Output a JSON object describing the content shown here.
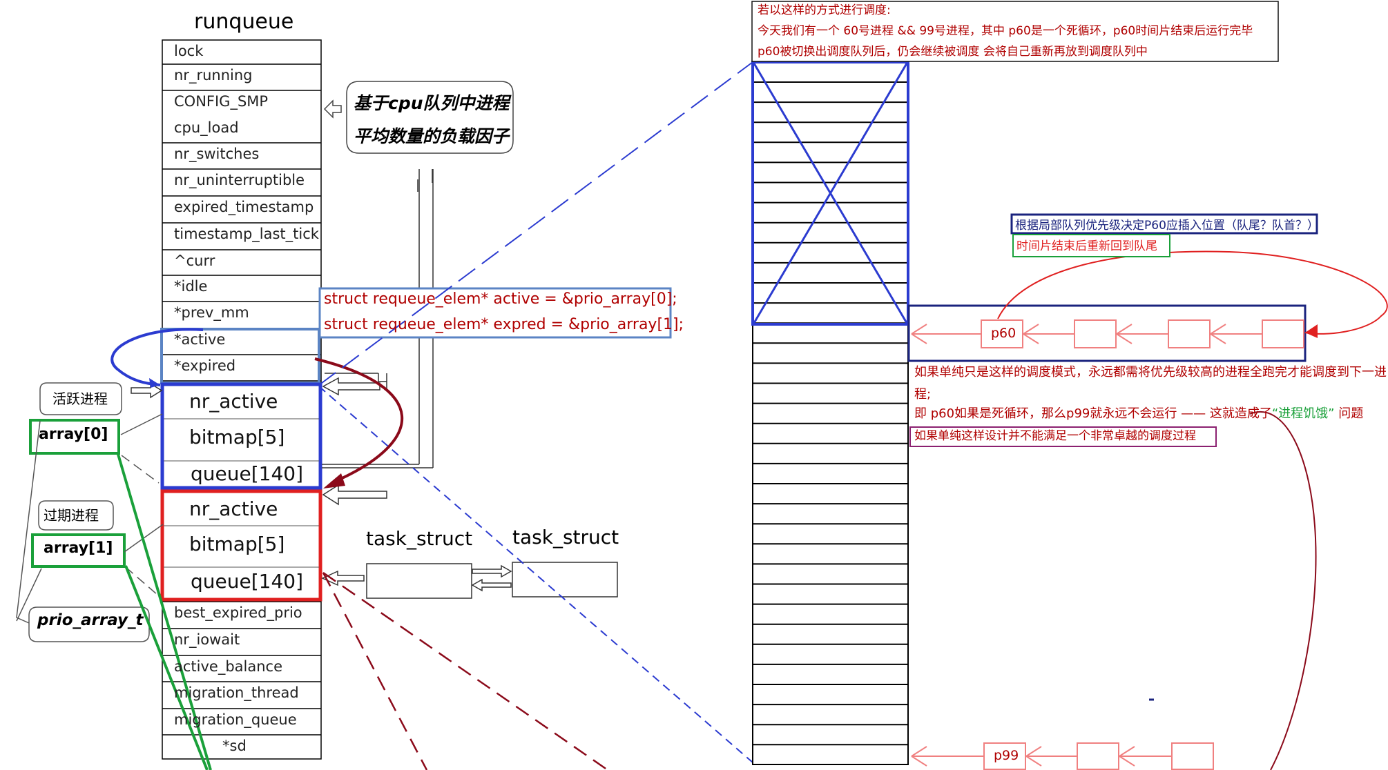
{
  "runqueue": {
    "title": "runqueue",
    "fields_top": [
      "lock",
      "nr_running",
      "CONFIG_SMP",
      "cpu_load",
      "nr_switches",
      "nr_uninterruptible",
      "expired_timestamp",
      "timestamp_last_tick",
      "^curr",
      "*idle",
      "*prev_mm",
      "*active",
      "*expired"
    ],
    "fields_bottom": [
      "best_expired_prio",
      "nr_iowait",
      "active_balance",
      "migration_thread",
      "migration_queue",
      "*sd"
    ]
  },
  "active_array": [
    "nr_active",
    "bitmap[5]",
    "queue[140]"
  ],
  "expired_array": [
    "nr_active",
    "bitmap[5]",
    "queue[140]"
  ],
  "callouts": {
    "load_factor": [
      "基于cpu队列中进程",
      "平均数量的负载因子"
    ],
    "active_process": "活跃进程",
    "expired_process": "过期进程",
    "array0": "array[0]",
    "array1": "array[1]",
    "prio_array_t": "prio_array_t"
  },
  "code_box": {
    "line1": "struct requeue_elem* active = &prio_array[0];",
    "line2": "struct requeue_elem* expred = &prio_array[1];"
  },
  "task_structs": [
    "task_struct",
    "task_struct"
  ],
  "top_note": {
    "line1": "若以这样的方式进行调度:",
    "line2": "今天我们有一个 60号进程 && 99号进程，其中 p60是一个死循环，p60时间片结束后运行完毕",
    "line3": "p60被切换出调度队列后，仍会继续被调度 会将自己重新再放到调度队列中"
  },
  "right_notes": {
    "insert_pos": "根据局部队列优先级决定P60应插入位置（队尾？队首？）",
    "timeslice_end": "时间片结束后重新回到队尾",
    "starve1": "如果单纯只是这样的调度模式，永远都需将优先级较高的进程全跑完才能调度到下一进",
    "starve2": "程;",
    "starve3_a": "即 p60如果是死循环，那么p99就永远不会运行 —— 这就造成了",
    "starve3_b": "“进程饥饿”",
    "starve3_c": "问题",
    "not_good": "如果单纯这样设计并不能满足一个非常卓越的调度过程"
  },
  "queue_nodes": {
    "p60": "p60",
    "p99": "p99"
  },
  "colors": {
    "blue": "#2b3bd0",
    "dark_blue": "#1a237e",
    "red": "#e02020",
    "dark_red": "#8b0a1a",
    "green": "#1aa03a",
    "pink": "#f08080",
    "steel": "#5b84c4"
  }
}
